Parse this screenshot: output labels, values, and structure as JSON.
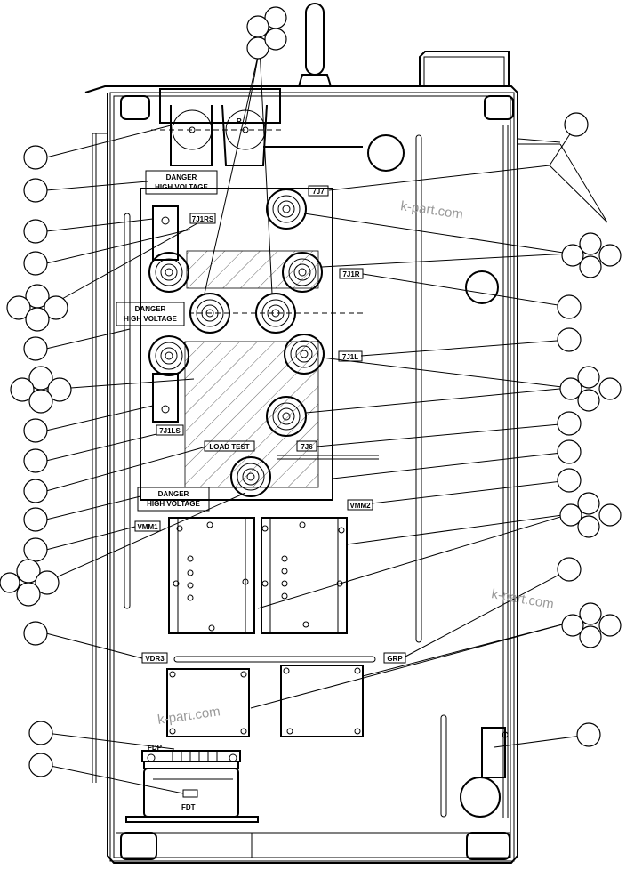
{
  "labels": {
    "danger_1": "DANGER",
    "hv_1": "HIGH VOLTAGE",
    "danger_2": "DANGER",
    "hv_2": "HIGH VOLTAGE",
    "danger_3": "DANGER",
    "hv_3": "HIGH VOLTAGE",
    "j7": "7J7",
    "j1rs": "7J1RS",
    "j1r": "7J1R",
    "j1l": "7J1L",
    "j1ls": "7J1LS",
    "j6": "7J6",
    "load_test": "LOAD TEST",
    "vmm2": "VMM2",
    "vmm1": "VMM1",
    "vdr3": "VDR3",
    "grp": "GRP",
    "fdp": "FDP",
    "fdt": "FDT",
    "r": "R"
  },
  "watermarks": [
    "k-part.com",
    "k-part.com",
    "k-part.com"
  ]
}
